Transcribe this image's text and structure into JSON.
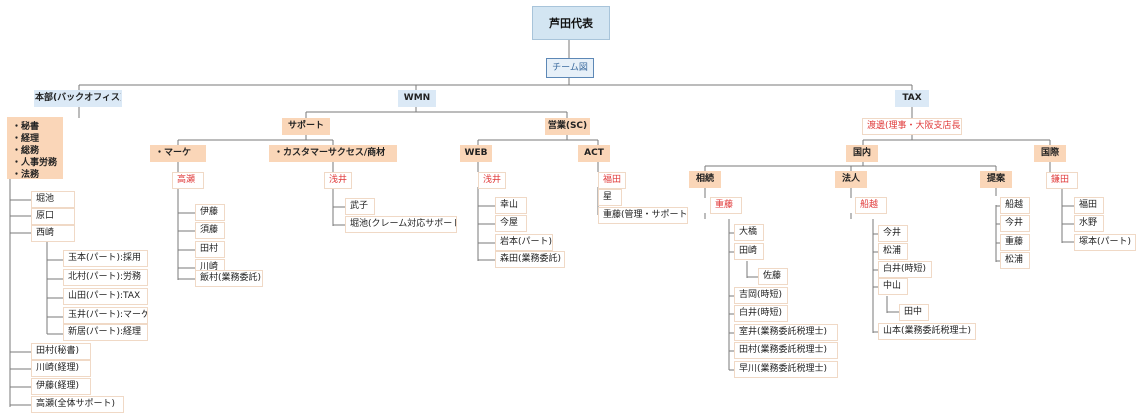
{
  "root": "芦田代表",
  "team": "チーム図",
  "honbu": {
    "label": "本部(バックオフィス)",
    "duties": [
      "・秘書",
      "・経理",
      "・総務",
      "・人事労務",
      "・法務"
    ],
    "members_a": [
      "堀池",
      "原口",
      "西崎"
    ],
    "parttimers": [
      "玉本(パート):採用",
      "北村(パート):労務",
      "山田(パート):TAX",
      "玉井(パート):マーケ",
      "新居(パート):経理"
    ],
    "members_b": [
      "田村(秘書)",
      "川崎(経理)",
      "伊藤(経理)",
      "高瀬(全体サポート)"
    ]
  },
  "wmn": {
    "label": "WMN",
    "support": {
      "label": "サポート",
      "marke": {
        "label": "・マーケ",
        "lead": "高瀬",
        "members": [
          "伊藤",
          "須藤",
          "田村",
          "川崎",
          "飯村(業務委託)"
        ]
      },
      "cs": {
        "label": "・カスタマーサクセス/商材",
        "lead": "浅井",
        "members": [
          "武子",
          "堀池(クレーム対応サポート)"
        ]
      }
    },
    "sales": {
      "label": "営業(SC)",
      "web": {
        "label": "WEB",
        "lead": "浅井",
        "members": [
          "幸山",
          "今屋",
          "岩本(パート)",
          "森田(業務委託)"
        ]
      },
      "act": {
        "label": "ACT",
        "lead": "福田",
        "members": [
          "星",
          "重藤(管理・サポート)"
        ]
      }
    }
  },
  "tax": {
    "label": "TAX",
    "head": "渡邊(理事・大阪支店長)",
    "domestic": {
      "label": "国内",
      "souzoku": {
        "label": "相続",
        "lead": "重藤",
        "members": [
          "大橋",
          "田崎",
          "佐藤",
          "吉岡(時短)",
          "白井(時短)",
          "室井(業務委託税理士)",
          "田村(業務委託税理士)",
          "早川(業務委託税理士)"
        ]
      },
      "houjin": {
        "label": "法人",
        "lead": "船越",
        "members": [
          "今井",
          "松浦",
          "白井(時短)",
          "中山",
          "田中",
          "山本(業務委託税理士)"
        ]
      },
      "teian": {
        "label": "提案",
        "members": [
          "船越",
          "今井",
          "重藤",
          "松浦"
        ]
      }
    },
    "intl": {
      "label": "国際",
      "lead": "鎌田",
      "members": [
        "福田",
        "水野",
        "塚本(パート)"
      ]
    }
  }
}
